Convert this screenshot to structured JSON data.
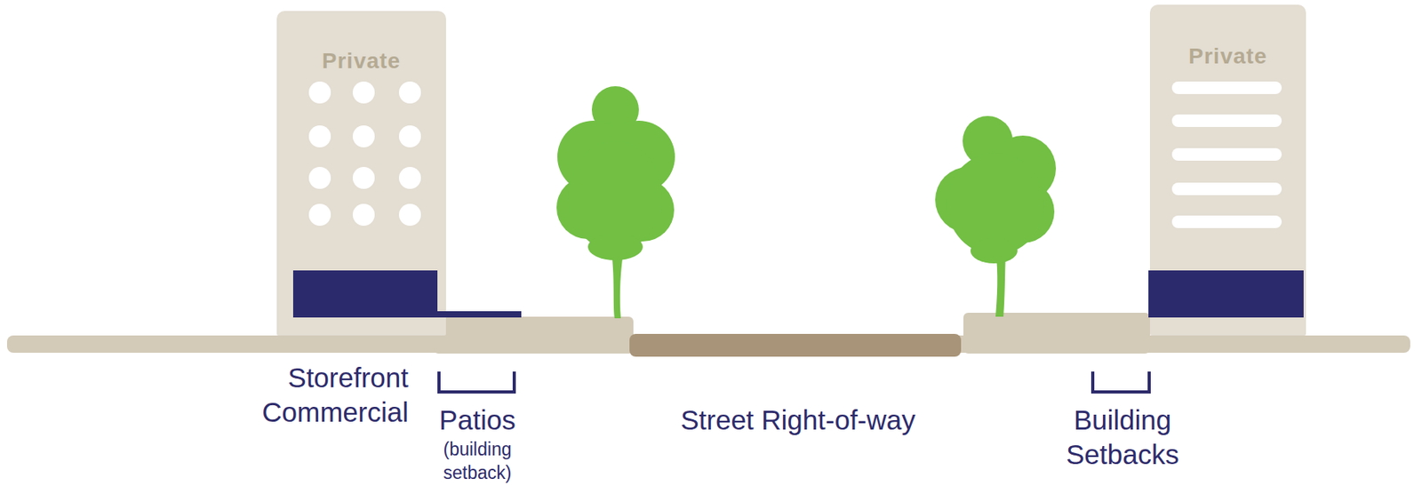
{
  "diagram": {
    "nodes": [
      {
        "text": [
          "Private"
        ]
      },
      {
        "text": [
          "Private"
        ]
      }
    ],
    "labels": [
      "Storefront Commercial",
      "Patios",
      "(building setback)",
      "Street Right-of-way",
      "Building Setbacks"
    ]
  }
}
